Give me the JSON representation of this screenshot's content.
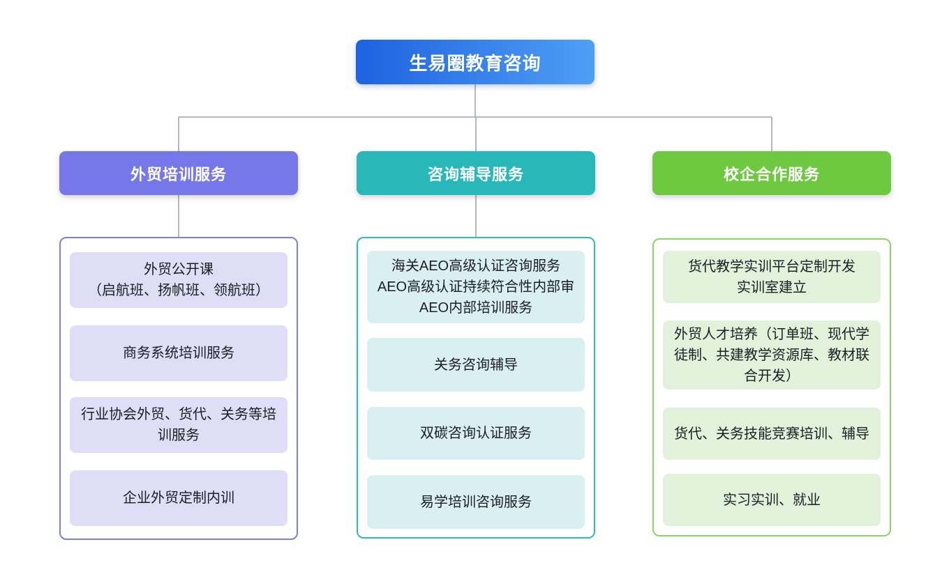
{
  "root": {
    "label": "生易圈教育咨询"
  },
  "colors": {
    "root_gradient_start": "#1d62e0",
    "root_gradient_end": "#4f9ff5",
    "branch1_header": "#7678e9",
    "branch1_border": "#7b7ce8",
    "branch1_item_bg": "#dfdef6",
    "branch2_header": "#29b8ba",
    "branch2_border": "#2cbcbe",
    "branch2_item_bg": "#d9eff1",
    "branch3_header": "#6ec840",
    "branch3_border": "#8cd466",
    "branch3_item_bg": "#e1f1da",
    "connector_line": "#98a0ab",
    "item_text": "#1b1e24"
  },
  "branches": [
    {
      "label": "外贸培训服务",
      "items": [
        "外贸公开课\n（启航班、扬帆班、领航班）",
        "商务系统培训服务",
        "行业协会外贸、货代、关务等培\n训服务",
        "企业外贸定制内训"
      ]
    },
    {
      "label": "咨询辅导服务",
      "items": [
        "海关AEO高级认证咨询服务\nAEO高级认证持续符合性内部审\nAEO内部培训服务",
        "关务咨询辅导",
        "双碳咨询认证服务",
        "易学培训咨询服务"
      ]
    },
    {
      "label": "校企合作服务",
      "items": [
        "货代教学实训平台定制开发\n实训室建立",
        "外贸人才培养（订单班、现代学\n徒制、共建教学资源库、教材联\n合开发）",
        "货代、关务技能竞赛培训、辅导",
        "实习实训、就业"
      ]
    }
  ]
}
